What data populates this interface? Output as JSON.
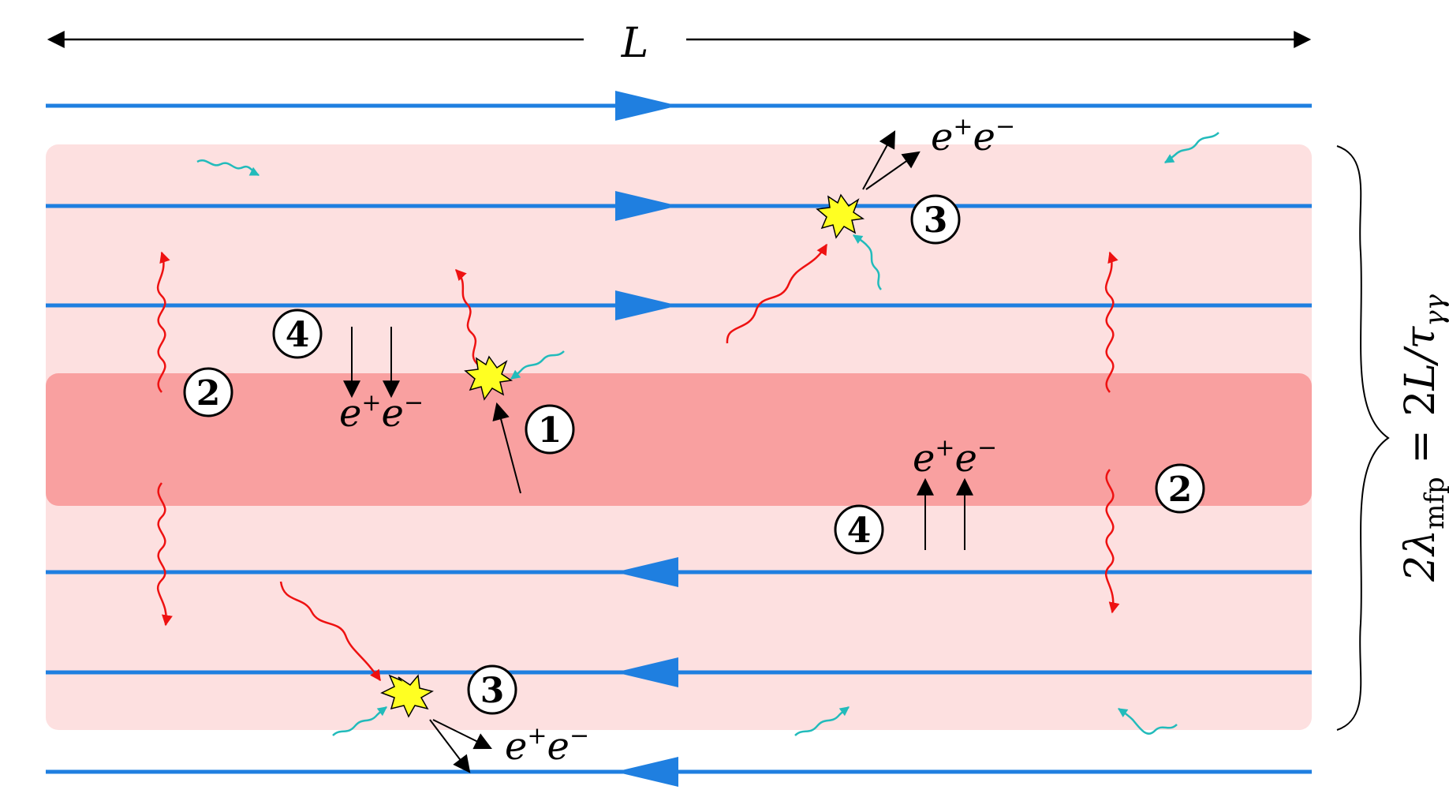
{
  "length_label": "L",
  "width_label_main": "2λ",
  "width_label_sub": "mfp",
  "width_label_eq": " = 2",
  "width_label_L": "L",
  "width_label_slash": "/τ",
  "width_label_sub2": "γγ",
  "pair_label_e": "e",
  "pair_label_plus": "+",
  "pair_label_e2": "e",
  "pair_label_minus": "−",
  "step_labels": {
    "one": "1",
    "two": "2",
    "three": "3",
    "four": "4"
  },
  "colors": {
    "field_line": "#1f7fe0",
    "outer_band": "#fde0e0",
    "inner_band": "#f9a0a0",
    "red_photon": "#ee1111",
    "cyan_photon": "#22bbbb",
    "star_fill": "#ffff22",
    "arrow": "#000000"
  },
  "icons": {
    "interaction": "star-burst-icon",
    "photon": "wavy-arrow-icon"
  }
}
